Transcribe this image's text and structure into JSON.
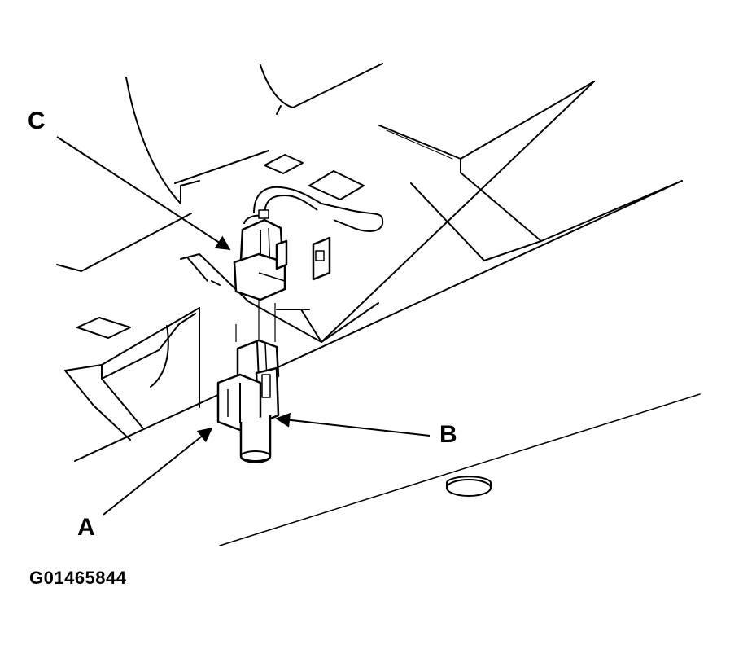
{
  "callouts": {
    "a": "A",
    "b": "B",
    "c": "C"
  },
  "figure_id": "G01465844",
  "colors": {
    "line": "#000000",
    "background": "#ffffff"
  }
}
